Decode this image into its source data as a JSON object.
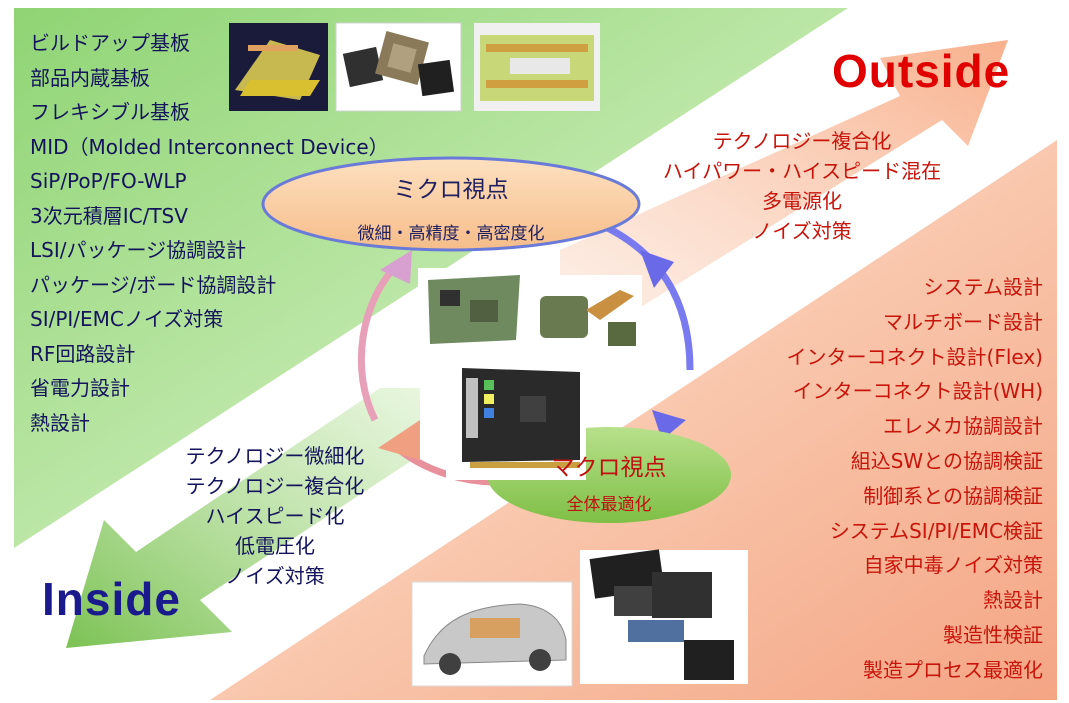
{
  "inside_label": "Inside",
  "outside_label": "Outside",
  "micro": {
    "title": "ミクロ視点",
    "subtitle": "微細・高精度・高密度化"
  },
  "macro": {
    "title": "マクロ視点",
    "subtitle": "全体最適化"
  },
  "inside_list": [
    "ビルドアップ基板",
    "部品内蔵基板",
    "フレキシブル基板",
    "MID（Molded Interconnect Device）",
    "SiP/PoP/FO-WLP",
    "3次元積層IC/TSV",
    "LSI/パッケージ協調設計",
    "パッケージ/ボード協調設計",
    "SI/PI/EMCノイズ対策",
    "RF回路設計",
    "省電力設計",
    "熱設計"
  ],
  "outside_list": [
    "システム設計",
    "マルチボード設計",
    "インターコネクト設計(Flex)",
    "インターコネクト設計(WH)",
    "エレメカ協調設計",
    "組込SWとの協調検証",
    "制御系との協調検証",
    "システムSI/PI/EMC検証",
    "自家中毒ノイズ対策",
    "熱設計",
    "製造性検証",
    "製造プロセス最適化"
  ],
  "outside_trends": [
    "テクノロジー複合化",
    "ハイパワー・ハイスピード混在",
    "多電源化",
    "ノイズ対策"
  ],
  "inside_trends": [
    "テクノロジー微細化",
    "テクノロジー複合化",
    "ハイスピード化",
    "低電圧化",
    "ノイズ対策"
  ],
  "colors": {
    "green_band": "#b8e6a0",
    "peach_band": "#f8c4a8",
    "micro_ellipse": "#fbd3a6",
    "macro_ellipse": "#98d060",
    "outside_text": "#c8140a",
    "inside_text": "#14145c",
    "outside_title": "#e00000",
    "inside_title": "#1a1a8c"
  },
  "icons": [
    "package-crosssection-photo",
    "bga-chips-photo",
    "stacked-board-diagram",
    "circuit-board-photo",
    "flex-board-photo",
    "sound-card-photo",
    "car-cutaway-photo",
    "phone-teardown-photo"
  ]
}
